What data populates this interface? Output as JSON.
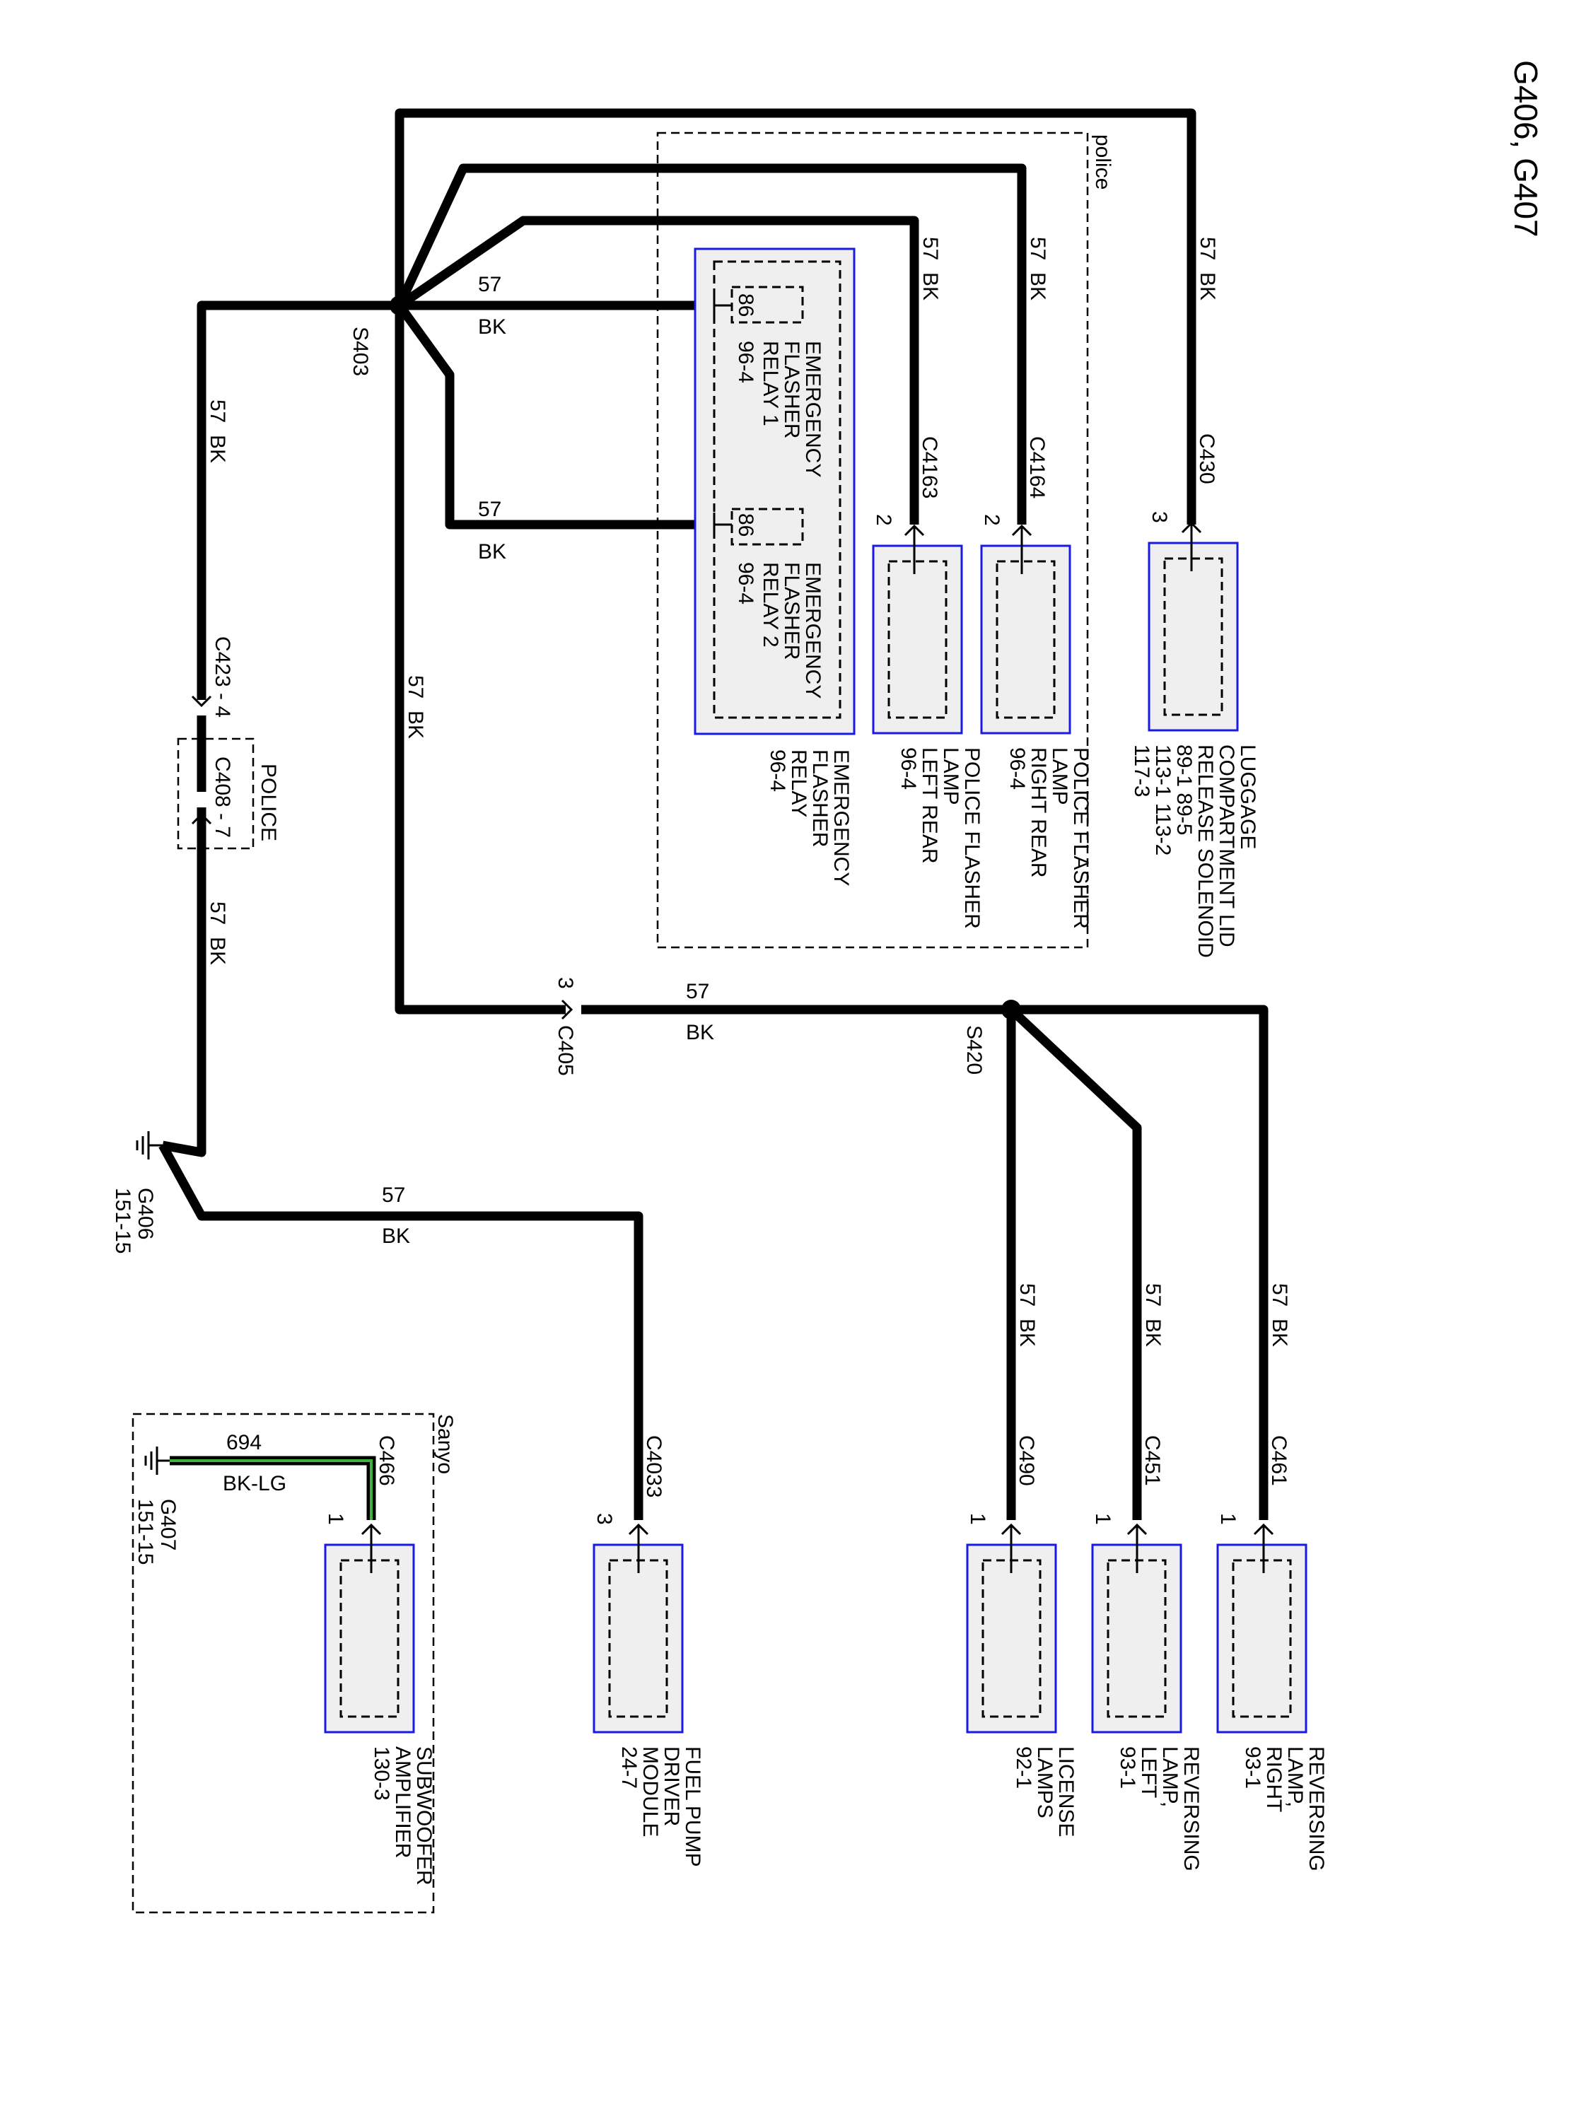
{
  "title": "G406, G407",
  "wire_labels": {
    "circuit": "57",
    "color": "BK",
    "circuit_694": "694",
    "color_bklg": "BK-LG"
  },
  "splices": {
    "s403": "S403",
    "s420": "S420"
  },
  "grounds": {
    "g406": {
      "name": "G406",
      "ref": "151-15"
    },
    "g407": {
      "name": "G407",
      "ref": "151-15"
    }
  },
  "zones": {
    "police_top": "police",
    "police_inline": "POLICE",
    "sanyo": "Sanyo"
  },
  "inline_connectors": {
    "c423": "C423 - 4",
    "c408": "C408 - 7",
    "c405": "C405",
    "c405_pin": "3"
  },
  "relays": {
    "relay1": {
      "pin": "86",
      "name": [
        "EMERGENCY",
        "FLASHER",
        "RELAY 1"
      ],
      "ref": "96-4"
    },
    "relay2": {
      "pin": "86",
      "name": [
        "EMERGENCY",
        "FLASHER",
        "RELAY 2"
      ],
      "ref": "96-4"
    }
  },
  "relay_box": {
    "name": [
      "EMERGENCY",
      "FLASHER",
      "RELAY"
    ],
    "ref": "96-4"
  },
  "components": {
    "c4163": {
      "connector": "C4163",
      "pin": "2",
      "name": [
        "POLICE FLASHER",
        "LAMP",
        "LEFT REAR"
      ],
      "refs": [
        "96-4"
      ]
    },
    "c4164": {
      "connector": "C4164",
      "pin": "2",
      "name": [
        "POLICE FLASHER",
        "LAMP",
        "RIGHT REAR"
      ],
      "refs": [
        "96-4"
      ]
    },
    "c430": {
      "connector": "C430",
      "pin": "3",
      "name": [
        "LUGGAGE",
        "COMPARTMENT LID",
        "RELEASE SOLENOID"
      ],
      "refs": [
        "89-1        89-5",
        "113-1      113-2",
        "117-3"
      ]
    },
    "c466": {
      "connector": "C466",
      "pin": "1",
      "name": [
        "SUBWOOFER",
        "AMPLIFIER"
      ],
      "refs": [
        "130-3"
      ]
    },
    "c4033": {
      "connector": "C4033",
      "pin": "3",
      "name": [
        "FUEL PUMP",
        "DRIVER",
        "MODULE"
      ],
      "refs": [
        "24-7"
      ]
    },
    "c490": {
      "connector": "C490",
      "pin": "1",
      "name": [
        "LICENSE",
        "LAMPS"
      ],
      "refs": [
        "92-1"
      ]
    },
    "c451": {
      "connector": "C451",
      "pin": "1",
      "name": [
        "REVERSING",
        "LAMP,",
        "LEFT"
      ],
      "refs": [
        "93-1"
      ]
    },
    "c461": {
      "connector": "C461",
      "pin": "1",
      "name": [
        "REVERSING",
        "LAMP,",
        "RIGHT"
      ],
      "refs": [
        "93-1"
      ]
    }
  }
}
